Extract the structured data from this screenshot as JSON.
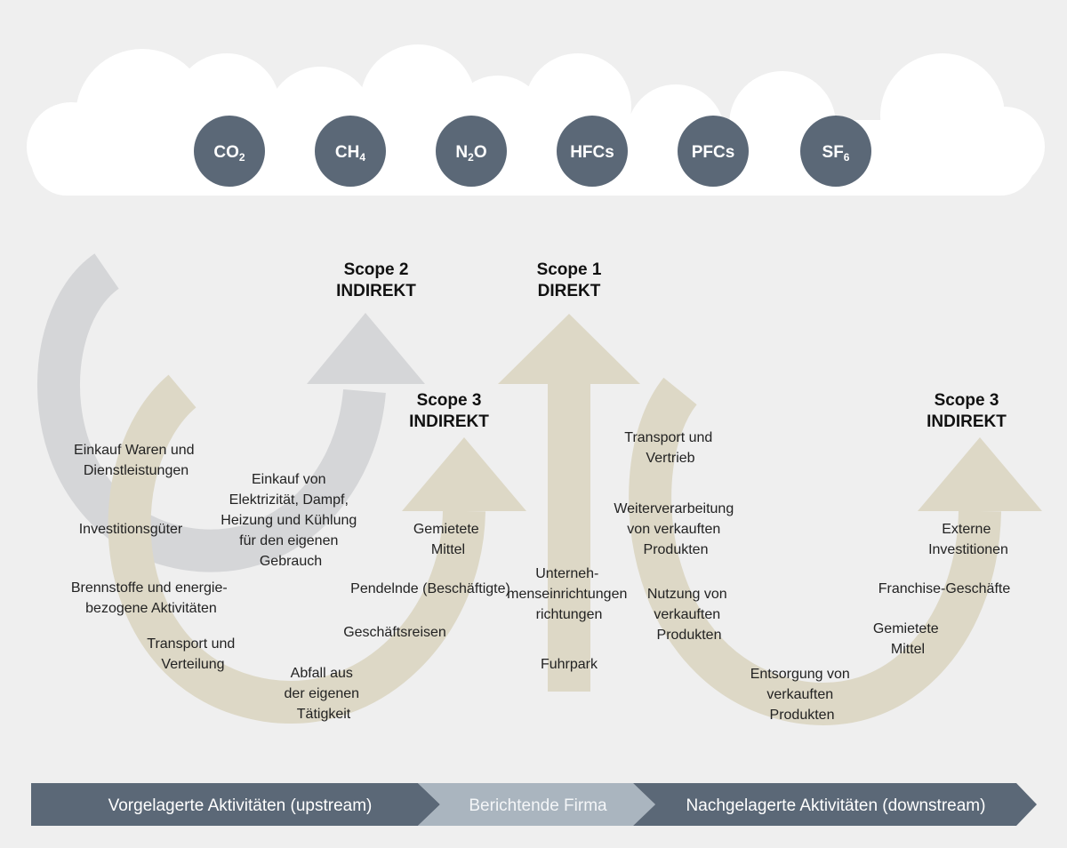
{
  "gases": [
    {
      "base": "CO",
      "sub": "2"
    },
    {
      "base": "CH",
      "sub": "4"
    },
    {
      "base": "N",
      "sub": "2",
      "tail": "O"
    },
    {
      "base": "HFCs"
    },
    {
      "base": "PFCs"
    },
    {
      "base": "SF",
      "sub": "6"
    }
  ],
  "scopes": {
    "scope2": {
      "line1": "Scope 2",
      "line2": "INDIREKT"
    },
    "scope1": {
      "line1": "Scope 1",
      "line2": "DIREKT"
    },
    "scope3_left": {
      "line1": "Scope 3",
      "line2": "INDIREKT"
    },
    "scope3_right": {
      "line1": "Scope 3",
      "line2": "INDIREKT"
    }
  },
  "upstream_activities": [
    [
      "Einkauf Waren und",
      "Dienstleistungen"
    ],
    [
      "Investitionsgüter"
    ],
    [
      "Brennstoffe und energie-",
      "bezogene Aktivitäten"
    ],
    [
      "Transport und",
      "Verteilung"
    ],
    [
      "Abfall aus",
      "der eigenen",
      "Tätigkeit"
    ],
    [
      "Geschäftsreisen"
    ],
    [
      "Pendelnde (Beschäftigte)"
    ],
    [
      "Gemietete",
      "Mittel"
    ]
  ],
  "scope2_activity": [
    "Einkauf von",
    "Elektrizität, Dampf,",
    "Heizung und Kühlung",
    "für den eigenen",
    "Gebrauch"
  ],
  "scope1_activities": [
    [
      "Unterneh-",
      "menseinrichtungen",
      "richtungen"
    ],
    [
      "Fuhrpark"
    ]
  ],
  "downstream_activities": [
    [
      "Transport und",
      "Vertrieb"
    ],
    [
      "Weiterverarbeitung",
      "von verkauften",
      "Produkten"
    ],
    [
      "Nutzung von",
      "verkauften",
      "Produkten"
    ],
    [
      "Entsorgung von",
      "verkauften",
      "Produkten"
    ],
    [
      "Gemietete",
      "Mittel"
    ],
    [
      "Franchise-Geschäfte"
    ],
    [
      "Externe",
      "Investitionen"
    ]
  ],
  "bottom_bar": {
    "upstream": "Vorgelagerte Aktivitäten (upstream)",
    "reporting": "Berichtende Firma",
    "downstream": "Nachgelagerte Aktivitäten (downstream)"
  },
  "colors": {
    "background": "#efefef",
    "cloud": "#ffffff",
    "gas_circle": "#5b6877",
    "gray_arrow": "#d5d6d8",
    "beige_arrow": "#ddd8c6",
    "bar_dark": "#5b6877",
    "bar_light": "#aab5bf"
  }
}
